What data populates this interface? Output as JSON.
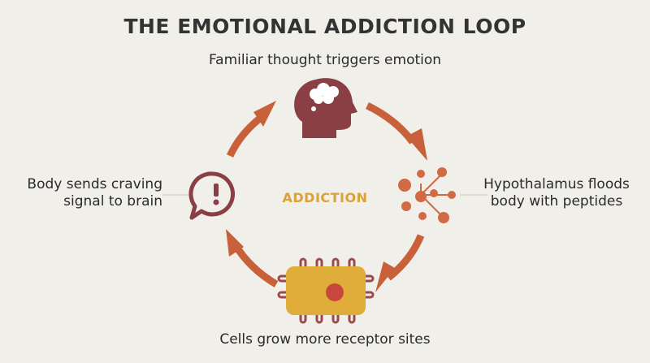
{
  "title": "THE EMOTIONAL ADDICTION LOOP",
  "center_label": "ADDICTION",
  "steps": {
    "top": {
      "line1": "Familiar thought triggers emotion",
      "icon": "head-thought-bubble-icon"
    },
    "right": {
      "line1": "Hypothalamus floods",
      "line2": "body with peptides",
      "icon": "peptide-molecules-icon"
    },
    "bottom": {
      "line1": "Cells grow more receptor sites",
      "icon": "cell-receptors-icon"
    },
    "left": {
      "line1": "Body sends craving",
      "line2": "signal to brain",
      "icon": "exclamation-speech-bubble-icon"
    }
  },
  "colors": {
    "background": "#f1efe9",
    "arrow": "#c8603a",
    "head": "#8a3f45",
    "alert": "#8a3f45",
    "molecule": "#d26a45",
    "cell": "#e0ad3a",
    "receptor": "#9a4a4a",
    "nucleus": "#c8473c",
    "center_text": "#d9a23a",
    "connector": "#cfcac0"
  }
}
